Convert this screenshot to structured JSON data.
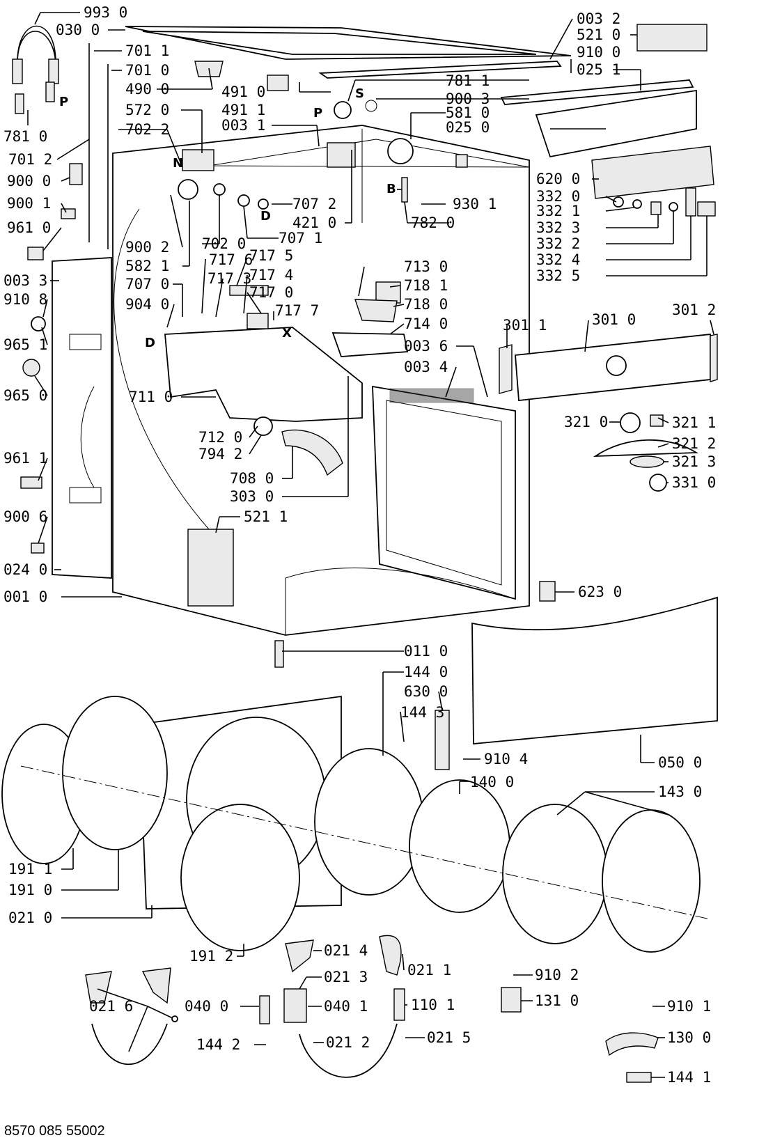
{
  "document_number": "8570 085 55002",
  "callouts": {
    "c9930": "993 0",
    "c0300": "030 0",
    "c7011": "701 1",
    "c7010": "701 0",
    "c4900": "490 0",
    "c5720": "572 0",
    "c7022": "702 2",
    "c7012": "701 2",
    "c9000": "900 0",
    "c9001": "900 1",
    "c9610": "961 0",
    "c0033": "003 3",
    "c9108": "910 8",
    "c9651": "965 1",
    "c9650": "965 0",
    "c9611": "961 1",
    "c9006": "900 6",
    "c0240": "024 0",
    "c0010": "001 0",
    "c7810": "781 0",
    "c4910": "491 0",
    "c4911": "491 1",
    "c0031": "003 1",
    "c0032": "003 2",
    "c5210": "521 0",
    "c9100": "910 0",
    "c0251": "025 1",
    "c7811": "781 1",
    "c9003": "900 3",
    "c5810": "581 0",
    "c0250": "025 0",
    "c6200": "620 0",
    "c3320": "332 0",
    "c3321": "332 1",
    "c3323": "332 3",
    "c3322": "332 2",
    "c3324": "332 4",
    "c3325": "332 5",
    "c9301": "930 1",
    "c7820": "782 0",
    "c7072": "707 2",
    "c4210": "421 0",
    "c7071": "707 1",
    "c7020": "702 0",
    "c9002": "900 2",
    "c5821": "582 1",
    "c7176": "717 6",
    "c7175": "717 5",
    "c7070": "707 0",
    "c7173": "717 3",
    "c7174": "717 4",
    "c9040": "904 0",
    "c7170": "717 0",
    "c7177": "717 7",
    "c7130": "713 0",
    "c7181": "718 1",
    "c7180": "718 0",
    "c7140": "714 0",
    "c0036": "003 6",
    "c0034": "003 4",
    "c7110": "711 0",
    "c7120": "712 0",
    "c7942": "794 2",
    "c7080": "708 0",
    "c3030": "303 0",
    "c5211": "521 1",
    "c3011": "301 1",
    "c3010": "301 0",
    "c3012": "301 2",
    "c3210": "321 0",
    "c3211": "321 1",
    "c3212": "321 2",
    "c3213": "321 3",
    "c3310": "331 0",
    "c6230": "623 0",
    "c0110": "011 0",
    "c1440": "144 0",
    "c6300": "630 0",
    "c1443": "144 3",
    "c9104": "910 4",
    "c0500": "050 0",
    "c1400": "140 0",
    "c1430": "143 0",
    "c1911": "191 1",
    "c1910": "191 0",
    "c0210": "021 0",
    "c1912": "191 2",
    "c0214": "021 4",
    "c0211": "021 1",
    "c0213": "021 3",
    "c0216": "021 6",
    "c0400": "040 0",
    "c0401": "040 1",
    "c1101": "110 1",
    "c1442": "144 2",
    "c0212": "021 2",
    "c0215": "021 5",
    "c9102": "910 2",
    "c1310": "131 0",
    "c9101": "910 1",
    "c1300": "130 0",
    "c1441": "144 1"
  },
  "letters": {
    "P1": "P",
    "N": "N",
    "S": "S",
    "P2": "P",
    "B": "B",
    "D1": "D",
    "D2": "D",
    "X": "X"
  }
}
